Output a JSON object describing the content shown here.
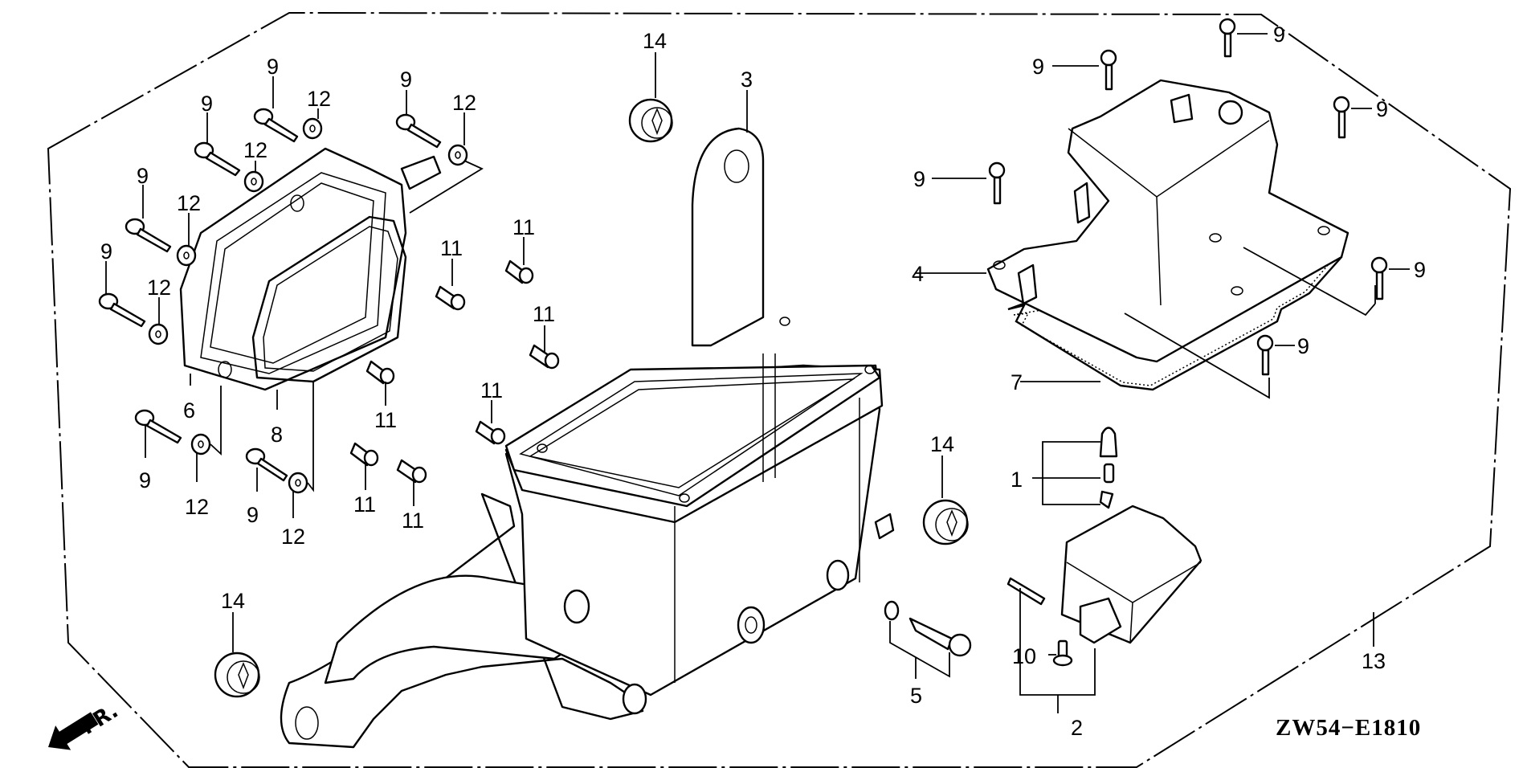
{
  "diagram": {
    "title": "Exploded parts diagram - electrical case assembly",
    "drawing_code": "ZW54−E1810",
    "direction_indicator": {
      "label": "FR.",
      "icon": "front-direction-arrow-icon"
    }
  },
  "callouts": [
    {
      "id": "c1",
      "label": "1",
      "part": "fuse / fuse holder set"
    },
    {
      "id": "c2",
      "label": "2",
      "part": "regulator / rectifier assembly"
    },
    {
      "id": "c3",
      "label": "3",
      "part": "electrical case"
    },
    {
      "id": "c4",
      "label": "4",
      "part": "electrical case cover"
    },
    {
      "id": "c5",
      "label": "5",
      "part": "screw with washer"
    },
    {
      "id": "c6",
      "label": "6",
      "part": "side cover"
    },
    {
      "id": "c7",
      "label": "7",
      "part": "cover gasket"
    },
    {
      "id": "c8",
      "label": "8",
      "part": "side cover gasket"
    },
    {
      "id": "c9a",
      "label": "9",
      "part": "bolt"
    },
    {
      "id": "c9b",
      "label": "9",
      "part": "bolt"
    },
    {
      "id": "c9c",
      "label": "9",
      "part": "bolt"
    },
    {
      "id": "c9d",
      "label": "9",
      "part": "bolt"
    },
    {
      "id": "c9e",
      "label": "9",
      "part": "bolt"
    },
    {
      "id": "c9f",
      "label": "9",
      "part": "bolt"
    },
    {
      "id": "c9g",
      "label": "9",
      "part": "bolt"
    },
    {
      "id": "c9h",
      "label": "9",
      "part": "bolt"
    },
    {
      "id": "c9i",
      "label": "9",
      "part": "bolt"
    },
    {
      "id": "c9j",
      "label": "9",
      "part": "bolt"
    },
    {
      "id": "c9k",
      "label": "9",
      "part": "bolt"
    },
    {
      "id": "c9l",
      "label": "9",
      "part": "bolt"
    },
    {
      "id": "c9m",
      "label": "9",
      "part": "bolt"
    },
    {
      "id": "c10",
      "label": "10",
      "part": "bolt"
    },
    {
      "id": "c11a",
      "label": "11",
      "part": "collar"
    },
    {
      "id": "c11b",
      "label": "11",
      "part": "collar"
    },
    {
      "id": "c11c",
      "label": "11",
      "part": "collar"
    },
    {
      "id": "c11d",
      "label": "11",
      "part": "collar"
    },
    {
      "id": "c11e",
      "label": "11",
      "part": "collar"
    },
    {
      "id": "c11f",
      "label": "11",
      "part": "collar"
    },
    {
      "id": "c11g",
      "label": "11",
      "part": "collar"
    },
    {
      "id": "c12a",
      "label": "12",
      "part": "washer"
    },
    {
      "id": "c12b",
      "label": "12",
      "part": "washer"
    },
    {
      "id": "c12c",
      "label": "12",
      "part": "washer"
    },
    {
      "id": "c12d",
      "label": "12",
      "part": "washer"
    },
    {
      "id": "c12e",
      "label": "12",
      "part": "washer"
    },
    {
      "id": "c12f",
      "label": "12",
      "part": "washer"
    },
    {
      "id": "c12g",
      "label": "12",
      "part": "washer"
    },
    {
      "id": "c13",
      "label": "13",
      "part": "case assembly (all parts)"
    },
    {
      "id": "c14a",
      "label": "14",
      "part": "grommet"
    },
    {
      "id": "c14b",
      "label": "14",
      "part": "grommet"
    },
    {
      "id": "c14c",
      "label": "14",
      "part": "grommet"
    }
  ]
}
